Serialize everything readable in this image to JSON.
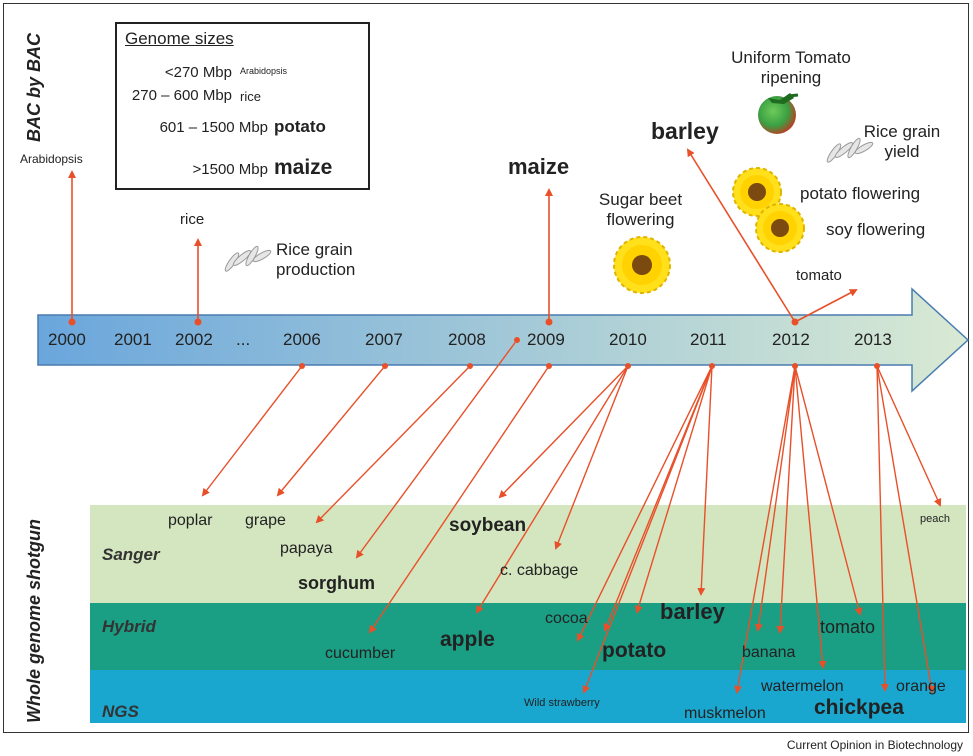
{
  "axes": {
    "top": "BAC by BAC",
    "bottom": "Whole genome shotgun"
  },
  "legend": {
    "title": "Genome sizes",
    "rows": [
      {
        "range": "<270 Mbp",
        "crop": "Arabidopsis"
      },
      {
        "range": "270 – 600 Mbp",
        "crop": "rice"
      },
      {
        "range": "601 – 1500 Mbp",
        "crop": "potato"
      },
      {
        "range": ">1500 Mbp",
        "crop": "maize"
      }
    ]
  },
  "timeline": {
    "years": [
      "2000",
      "2001",
      "2002",
      "...",
      "2006",
      "2007",
      "2008",
      "2009",
      "2010",
      "2011",
      "2012",
      "2013"
    ]
  },
  "bac_genomes": [
    {
      "name": "Arabidopsis",
      "year": "2000"
    },
    {
      "name": "rice",
      "year": "2002"
    },
    {
      "name": "maize",
      "year": "2009"
    },
    {
      "name": "barley",
      "year": "2012"
    },
    {
      "name": "tomato",
      "year": "2012"
    }
  ],
  "traits": [
    {
      "name": "Rice grain production"
    },
    {
      "name": "Sugar beet flowering"
    },
    {
      "name": "Uniform Tomato ripening"
    },
    {
      "name": "Rice grain yield"
    },
    {
      "name": "potato flowering"
    },
    {
      "name": "soy flowering"
    }
  ],
  "bands": [
    "Sanger",
    "Hybrid",
    "NGS"
  ],
  "band_colors": {
    "Sanger": "#d4e6bf",
    "Hybrid": "#1a9e84",
    "NGS": "#1aa7cf"
  },
  "wgs_genomes": [
    {
      "name": "poplar",
      "year": "2006",
      "band": "Sanger"
    },
    {
      "name": "grape",
      "year": "2007",
      "band": "Sanger"
    },
    {
      "name": "papaya",
      "year": "2008",
      "band": "Sanger"
    },
    {
      "name": "sorghum",
      "year": "2009",
      "band": "Sanger"
    },
    {
      "name": "soybean",
      "year": "2010",
      "band": "Sanger"
    },
    {
      "name": "c. cabbage",
      "year": "2010",
      "band": "Sanger"
    },
    {
      "name": "peach",
      "year": "2013",
      "band": "Sanger"
    },
    {
      "name": "cucumber",
      "year": "2009",
      "band": "Hybrid"
    },
    {
      "name": "apple",
      "year": "2010",
      "band": "Hybrid"
    },
    {
      "name": "cocoa",
      "year": "2011",
      "band": "Hybrid"
    },
    {
      "name": "potato",
      "year": "2011",
      "band": "Hybrid"
    },
    {
      "name": "barley",
      "year": "2012",
      "band": "Hybrid"
    },
    {
      "name": "banana",
      "year": "2012",
      "band": "Hybrid"
    },
    {
      "name": "tomato",
      "year": "2012",
      "band": "Hybrid"
    },
    {
      "name": "Wild strawberry",
      "year": "2011",
      "band": "NGS"
    },
    {
      "name": "muskmelon",
      "year": "2012",
      "band": "NGS"
    },
    {
      "name": "watermelon",
      "year": "2012",
      "band": "NGS"
    },
    {
      "name": "chickpea",
      "year": "2013",
      "band": "NGS"
    },
    {
      "name": "orange",
      "year": "2013",
      "band": "NGS"
    }
  ],
  "colors": {
    "arrow": "#e8502a",
    "timeline_start": "#6aa6dc",
    "timeline_end": "#cfe5c8"
  },
  "footer": "Current Opinion in Biotechnology"
}
